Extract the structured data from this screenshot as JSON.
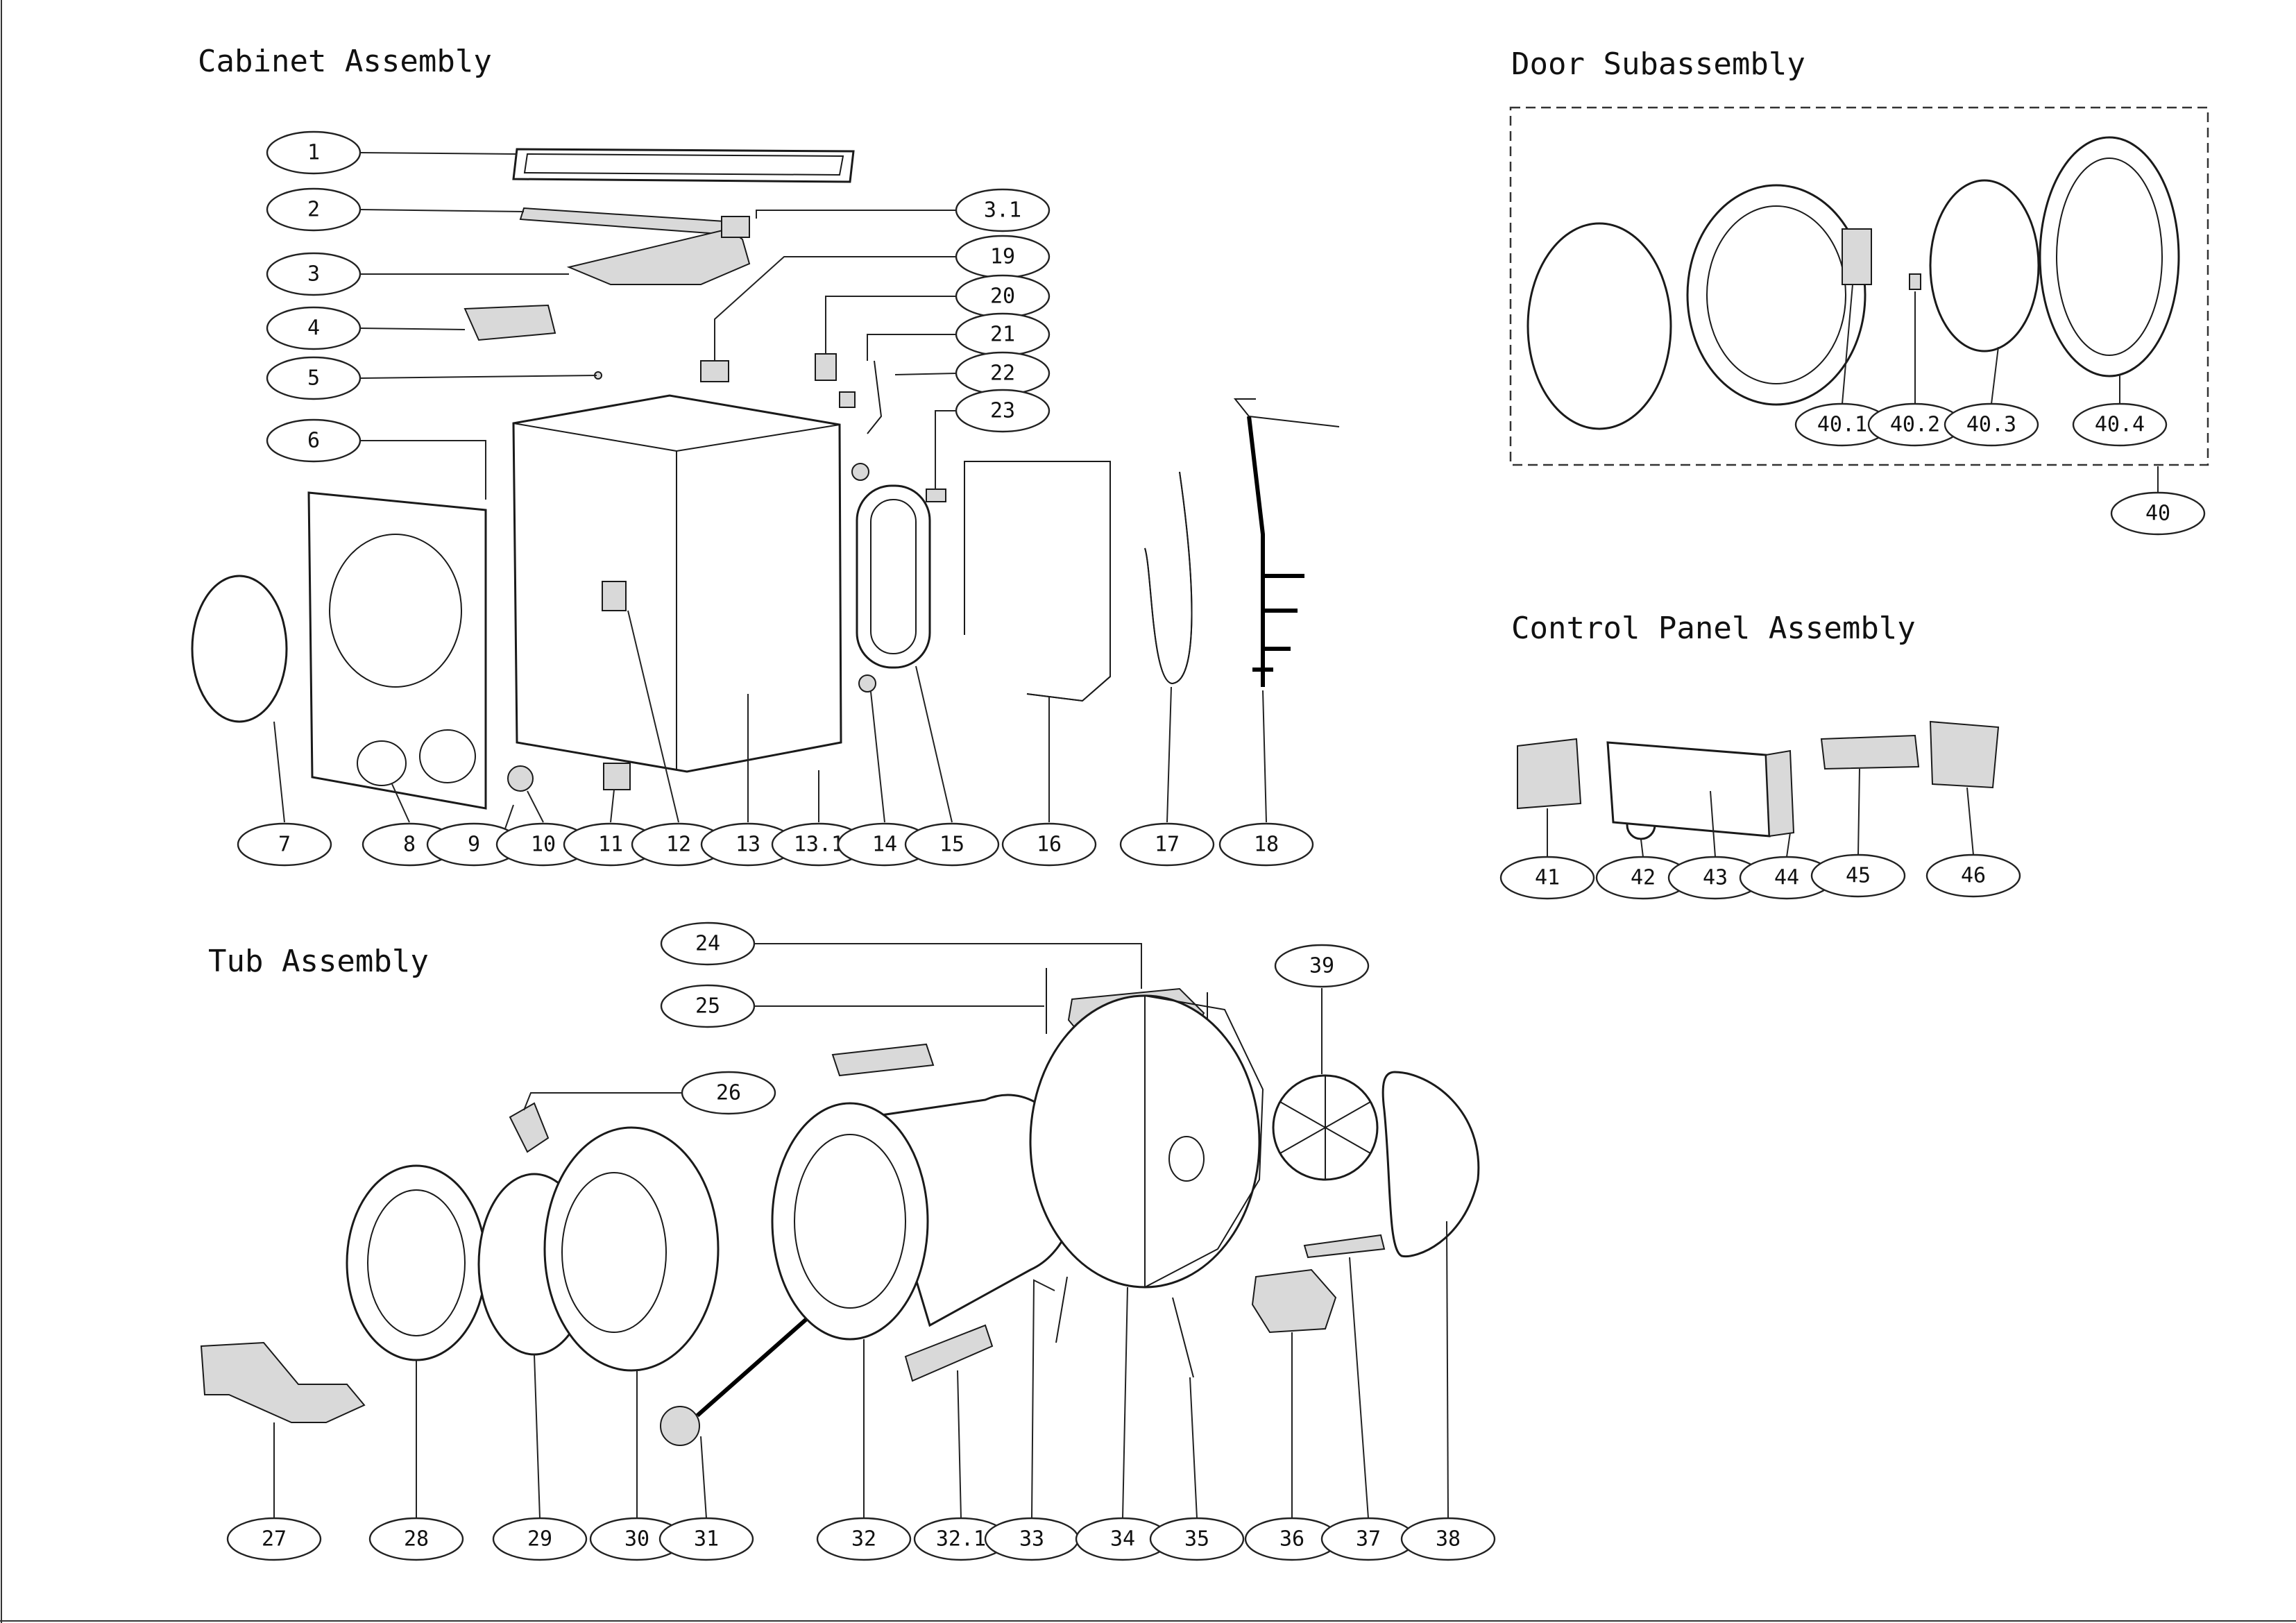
{
  "sections": {
    "cabinet": "Cabinet Assembly",
    "door": "Door Subassembly",
    "control": "Control Panel Assembly",
    "tub": "Tub Assembly"
  },
  "callouts": [
    {
      "id": "c1",
      "text": "1"
    },
    {
      "id": "c2",
      "text": "2"
    },
    {
      "id": "c3_1",
      "text": "3.1"
    },
    {
      "id": "c3",
      "text": "3"
    },
    {
      "id": "c19",
      "text": "19"
    },
    {
      "id": "c4",
      "text": "4"
    },
    {
      "id": "c20",
      "text": "20"
    },
    {
      "id": "c21",
      "text": "21"
    },
    {
      "id": "c5",
      "text": "5"
    },
    {
      "id": "c22",
      "text": "22"
    },
    {
      "id": "c23",
      "text": "23"
    },
    {
      "id": "c6",
      "text": "6"
    },
    {
      "id": "c7",
      "text": "7"
    },
    {
      "id": "c8",
      "text": "8"
    },
    {
      "id": "c9",
      "text": "9"
    },
    {
      "id": "c10",
      "text": "10"
    },
    {
      "id": "c11",
      "text": "11"
    },
    {
      "id": "c12",
      "text": "12"
    },
    {
      "id": "c13",
      "text": "13"
    },
    {
      "id": "c13_1",
      "text": "13.1"
    },
    {
      "id": "c14",
      "text": "14"
    },
    {
      "id": "c15",
      "text": "15"
    },
    {
      "id": "c16",
      "text": "16"
    },
    {
      "id": "c17",
      "text": "17"
    },
    {
      "id": "c18",
      "text": "18"
    },
    {
      "id": "c40_1",
      "text": "40.1"
    },
    {
      "id": "c40_2",
      "text": "40.2"
    },
    {
      "id": "c40_3",
      "text": "40.3"
    },
    {
      "id": "c40_4",
      "text": "40.4"
    },
    {
      "id": "c40",
      "text": "40"
    },
    {
      "id": "c41",
      "text": "41"
    },
    {
      "id": "c42",
      "text": "42"
    },
    {
      "id": "c43",
      "text": "43"
    },
    {
      "id": "c44",
      "text": "44"
    },
    {
      "id": "c45",
      "text": "45"
    },
    {
      "id": "c46",
      "text": "46"
    },
    {
      "id": "c24",
      "text": "24"
    },
    {
      "id": "c25",
      "text": "25"
    },
    {
      "id": "c39",
      "text": "39"
    },
    {
      "id": "c26",
      "text": "26"
    },
    {
      "id": "c27",
      "text": "27"
    },
    {
      "id": "c28",
      "text": "28"
    },
    {
      "id": "c29",
      "text": "29"
    },
    {
      "id": "c30",
      "text": "30"
    },
    {
      "id": "c31",
      "text": "31"
    },
    {
      "id": "c32",
      "text": "32"
    },
    {
      "id": "c32_1",
      "text": "32.1"
    },
    {
      "id": "c33",
      "text": "33"
    },
    {
      "id": "c34",
      "text": "34"
    },
    {
      "id": "c35",
      "text": "35"
    },
    {
      "id": "c36",
      "text": "36"
    },
    {
      "id": "c37",
      "text": "37"
    },
    {
      "id": "c38",
      "text": "38"
    }
  ]
}
